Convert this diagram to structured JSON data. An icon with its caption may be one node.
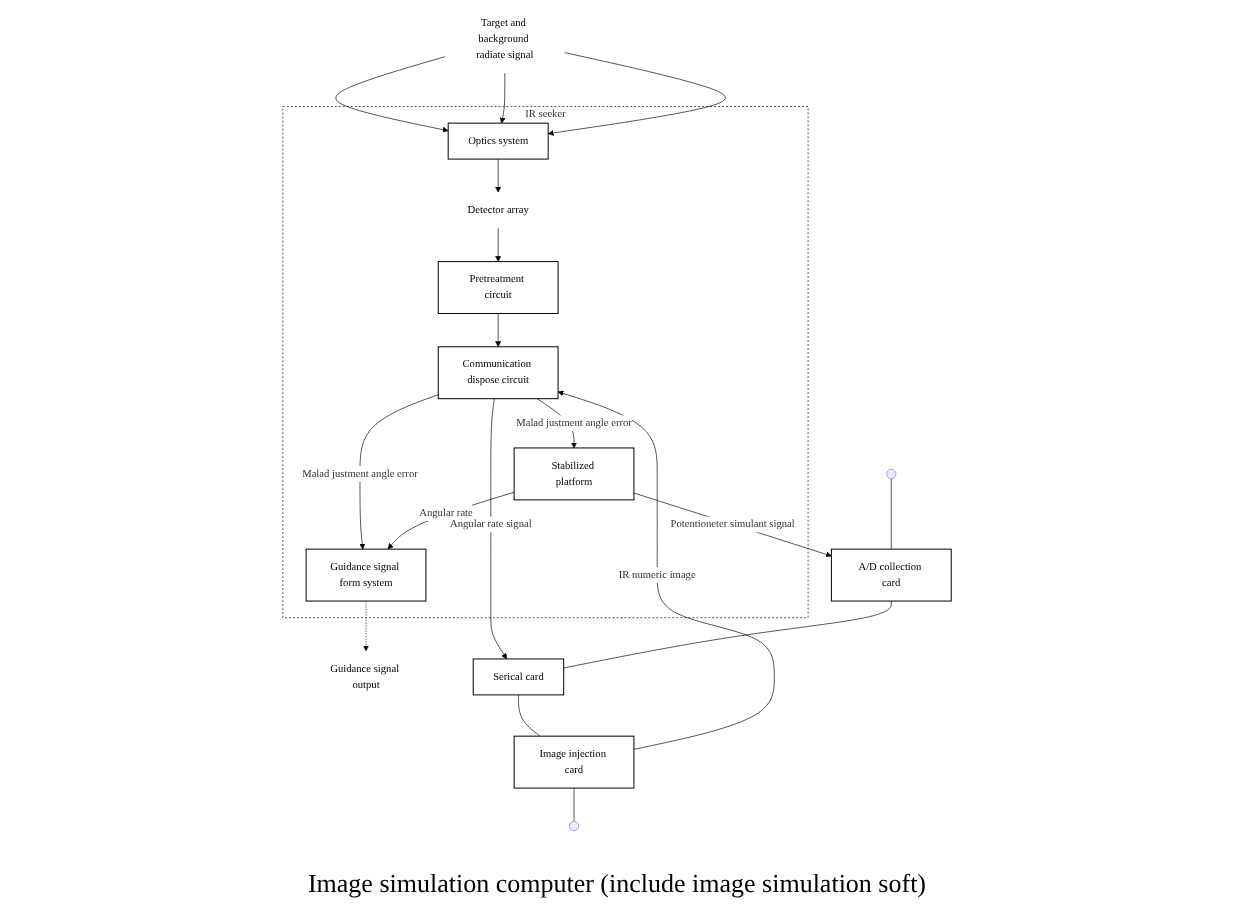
{
  "diagram": {
    "nodes": [
      {
        "text": [
          "IR seeker"
        ]
      },
      {
        "text": [
          "Target and background radiate signal"
        ]
      },
      {
        "text": [
          "Optics system"
        ],
        "in": 0
      },
      {
        "text": [
          "Detector array"
        ],
        "in": 0
      },
      {
        "text": [
          "Pretreatment circuit"
        ],
        "in": 0
      },
      {
        "text": [
          "Communication dispose circuit"
        ],
        "in": 0
      },
      {
        "text": [
          "Guidance signal form system"
        ],
        "in": 0
      },
      {
        "text": [
          "Guidance signal output"
        ]
      },
      {
        "text": [
          "Stabilized platform"
        ],
        "in": 0
      },
      {
        "text": [
          "A/D collection card"
        ]
      },
      {
        "text": [
          "Serical card"
        ]
      },
      {
        "text": [
          "Image injection card"
        ]
      }
    ],
    "edges": [
      {
        "from": 1,
        "to": 2,
        "arrow": "to"
      },
      {
        "from": 1,
        "to": 2,
        "arrow": "to"
      },
      {
        "from": 1,
        "to": 2,
        "arrow": "to"
      },
      {
        "from": 2,
        "to": 3,
        "arrow": "to"
      },
      {
        "from": 3,
        "to": 4,
        "arrow": "to"
      },
      {
        "from": 4,
        "to": 5,
        "arrow": "to"
      },
      {
        "from": 5,
        "to": 6,
        "arrow": "to",
        "label": "Malad justment angle error"
      },
      {
        "from": 6,
        "to": 7,
        "arrow": "to",
        "style": "dashed"
      },
      {
        "from": 5,
        "to": 8,
        "arrow": "to",
        "label": "Malad justment angle error"
      },
      {
        "from": 8,
        "to": 6,
        "arrow": "to",
        "label": "Angular rate"
      },
      {
        "from": 11,
        "to": 5,
        "arrow": "to",
        "label": "IR numeric image"
      },
      {
        "from": 8,
        "to": 9,
        "arrow": "to",
        "label": "Potentioneter simulant signal"
      },
      {
        "from": 5,
        "to": 10,
        "arrow": "to",
        "label": "Angular rate signal"
      },
      {
        "from": 9,
        "to": 10,
        "arrow": "none"
      },
      {
        "from": 10,
        "to": 11,
        "arrow": "none"
      },
      {
        "from": null,
        "to": 9,
        "arrow": "none"
      },
      {
        "from": 11,
        "to": null,
        "arrow": "none"
      }
    ],
    "labels": [
      "Image simulation computer (include image simulation soft)"
    ]
  }
}
